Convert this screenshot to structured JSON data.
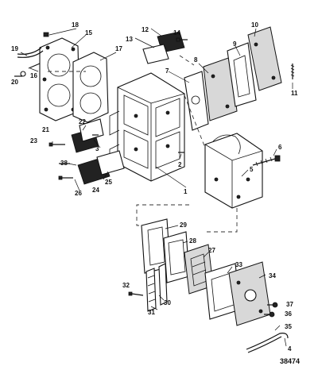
{
  "callouts": {
    "c1": "1",
    "c2": "2",
    "c3": "3",
    "c4": "4",
    "c5": "5",
    "c6": "6",
    "c7": "7",
    "c8": "8",
    "c9": "9",
    "c10": "10",
    "c11": "11",
    "c12": "12",
    "c13": "13",
    "c14": "14",
    "c15": "15",
    "c16": "16",
    "c17": "17",
    "c18": "18",
    "c19": "19",
    "c20": "20",
    "c21": "21",
    "c22": "22",
    "c23": "23",
    "c24": "24",
    "c25": "25",
    "c26": "26",
    "c27": "27",
    "c28": "28",
    "c29": "29",
    "c30": "30",
    "c31": "31",
    "c32": "32",
    "c33": "33",
    "c34": "34",
    "c35": "35",
    "c36": "36",
    "c37": "37",
    "c38": "38"
  },
  "reference_number": "38474"
}
